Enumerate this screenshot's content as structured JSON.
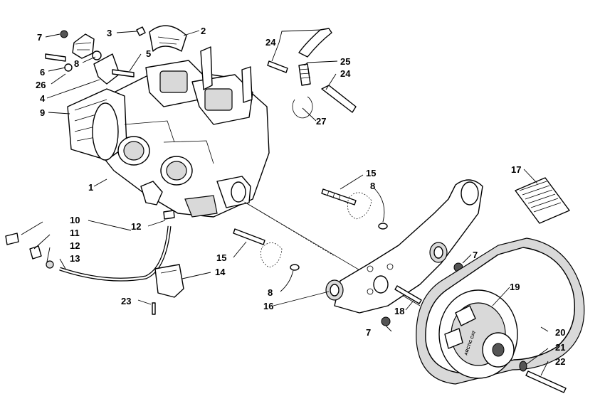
{
  "callouts": {
    "c1": "1",
    "c2": "2",
    "c3": "3",
    "c4": "4",
    "c5": "5",
    "c6": "6",
    "c7a": "7",
    "c7b": "7",
    "c7c": "7",
    "c8a": "8",
    "c8b": "8",
    "c8c": "8",
    "c9": "9",
    "c10": "10",
    "c11": "11",
    "c12a": "12",
    "c12b": "12",
    "c13": "13",
    "c14": "14",
    "c15a": "15",
    "c15b": "15",
    "c16": "16",
    "c17": "17",
    "c18": "18",
    "c19": "19",
    "c20": "20",
    "c21": "21",
    "c22": "22",
    "c23": "23",
    "c24a": "24",
    "c24b": "24",
    "c25": "25",
    "c26": "26",
    "c27": "27"
  },
  "clutch_label": "ARCTIC CAT",
  "colors": {
    "ink": "#000000",
    "paper": "#ffffff",
    "shade": "#d9d9d9"
  }
}
